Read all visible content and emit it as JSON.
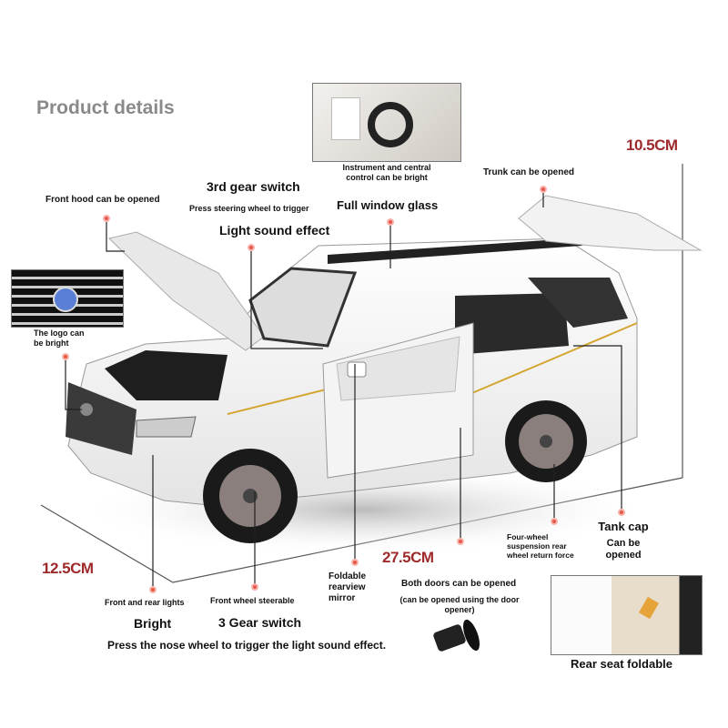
{
  "title": "Product details",
  "dimensions": {
    "height": "10.5CM",
    "width": "12.5CM",
    "length": "27.5CM"
  },
  "features": {
    "instrument": [
      "Instrument and central",
      "control can be bright"
    ],
    "trunk": "Trunk can be opened",
    "hood": "Front hood can be opened",
    "gear_title": "3rd gear switch",
    "gear_sub": "Press steering wheel to trigger",
    "light_sound": "Light sound effect",
    "window": "Full window glass",
    "logo": [
      "The logo can",
      "be bright"
    ],
    "lights": [
      "Front and rear lights",
      "Bright"
    ],
    "steer": [
      "Front wheel steerable",
      "3 Gear switch"
    ],
    "mirror": [
      "Foldable",
      "rearview",
      "mirror"
    ],
    "doors": [
      "Both doors can be opened",
      "(can be opened using the door",
      "opener)"
    ],
    "suspension": [
      "Four-wheel",
      "suspension rear",
      "wheel return force"
    ],
    "tank": [
      "Tank cap",
      "Can be",
      "opened"
    ],
    "rear_seat": "Rear seat foldable",
    "nose_wheel": "Press the nose wheel to trigger the light sound effect."
  },
  "colors": {
    "accent": "#9e2a2b",
    "dot": "#e8584a"
  }
}
